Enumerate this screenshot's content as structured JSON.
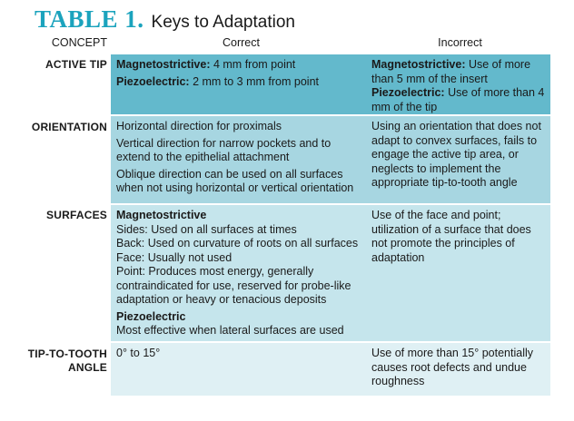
{
  "title": {
    "number": "TABLE 1.",
    "text": "Keys to Adaptation"
  },
  "headers": {
    "concept": "CONCEPT",
    "correct": "Correct",
    "incorrect": "Incorrect"
  },
  "rows": [
    {
      "concept": "ACTIVE TIP",
      "correct": [
        {
          "label": "Magnetostrictive:",
          "text": " 4 mm from point"
        },
        {
          "label": "Piezoelectric:",
          "text": " 2 mm to 3 mm from point"
        }
      ],
      "incorrect": [
        {
          "label": "Magnetostrictive:",
          "text": " Use of more than 5 mm of the insert"
        },
        {
          "label": "Piezoelectric:",
          "text": " Use of more than 4 mm of the tip"
        }
      ]
    },
    {
      "concept": "ORIENTATION",
      "correct": [
        "Horizontal direction for proximals",
        "Vertical direction for narrow pockets and to extend to the epithelial attachment",
        "Oblique direction can be used on all surfaces when not using horizontal or vertical orientation"
      ],
      "incorrect": "Using an orientation that does not adapt to convex surfaces, fails to engage the active tip area, or neglects to implement the appropriate tip-to-tooth angle"
    },
    {
      "concept": "SURFACES",
      "correct": {
        "magneto_heading": "Magnetostrictive",
        "magneto_lines": [
          "Sides: Used on all surfaces at times",
          "Back: Used on curvature of roots on all surfaces",
          "Face: Usually not used",
          "Point: Produces most energy, generally contraindicated for use, reserved for probe-like adaptation or heavy or tenacious deposits"
        ],
        "piezo_heading": "Piezoelectric",
        "piezo_line": "Most effective when lateral surfaces are used"
      },
      "incorrect": "Use of the face and point; utilization of a surface that does not promote the principles of adaptation"
    },
    {
      "concept_line1": "TIP-TO-TOOTH",
      "concept_line2": "ANGLE",
      "correct": "0° to 15°",
      "incorrect": "Use of more than 15° potentially causes root defects and undue roughness"
    }
  ]
}
